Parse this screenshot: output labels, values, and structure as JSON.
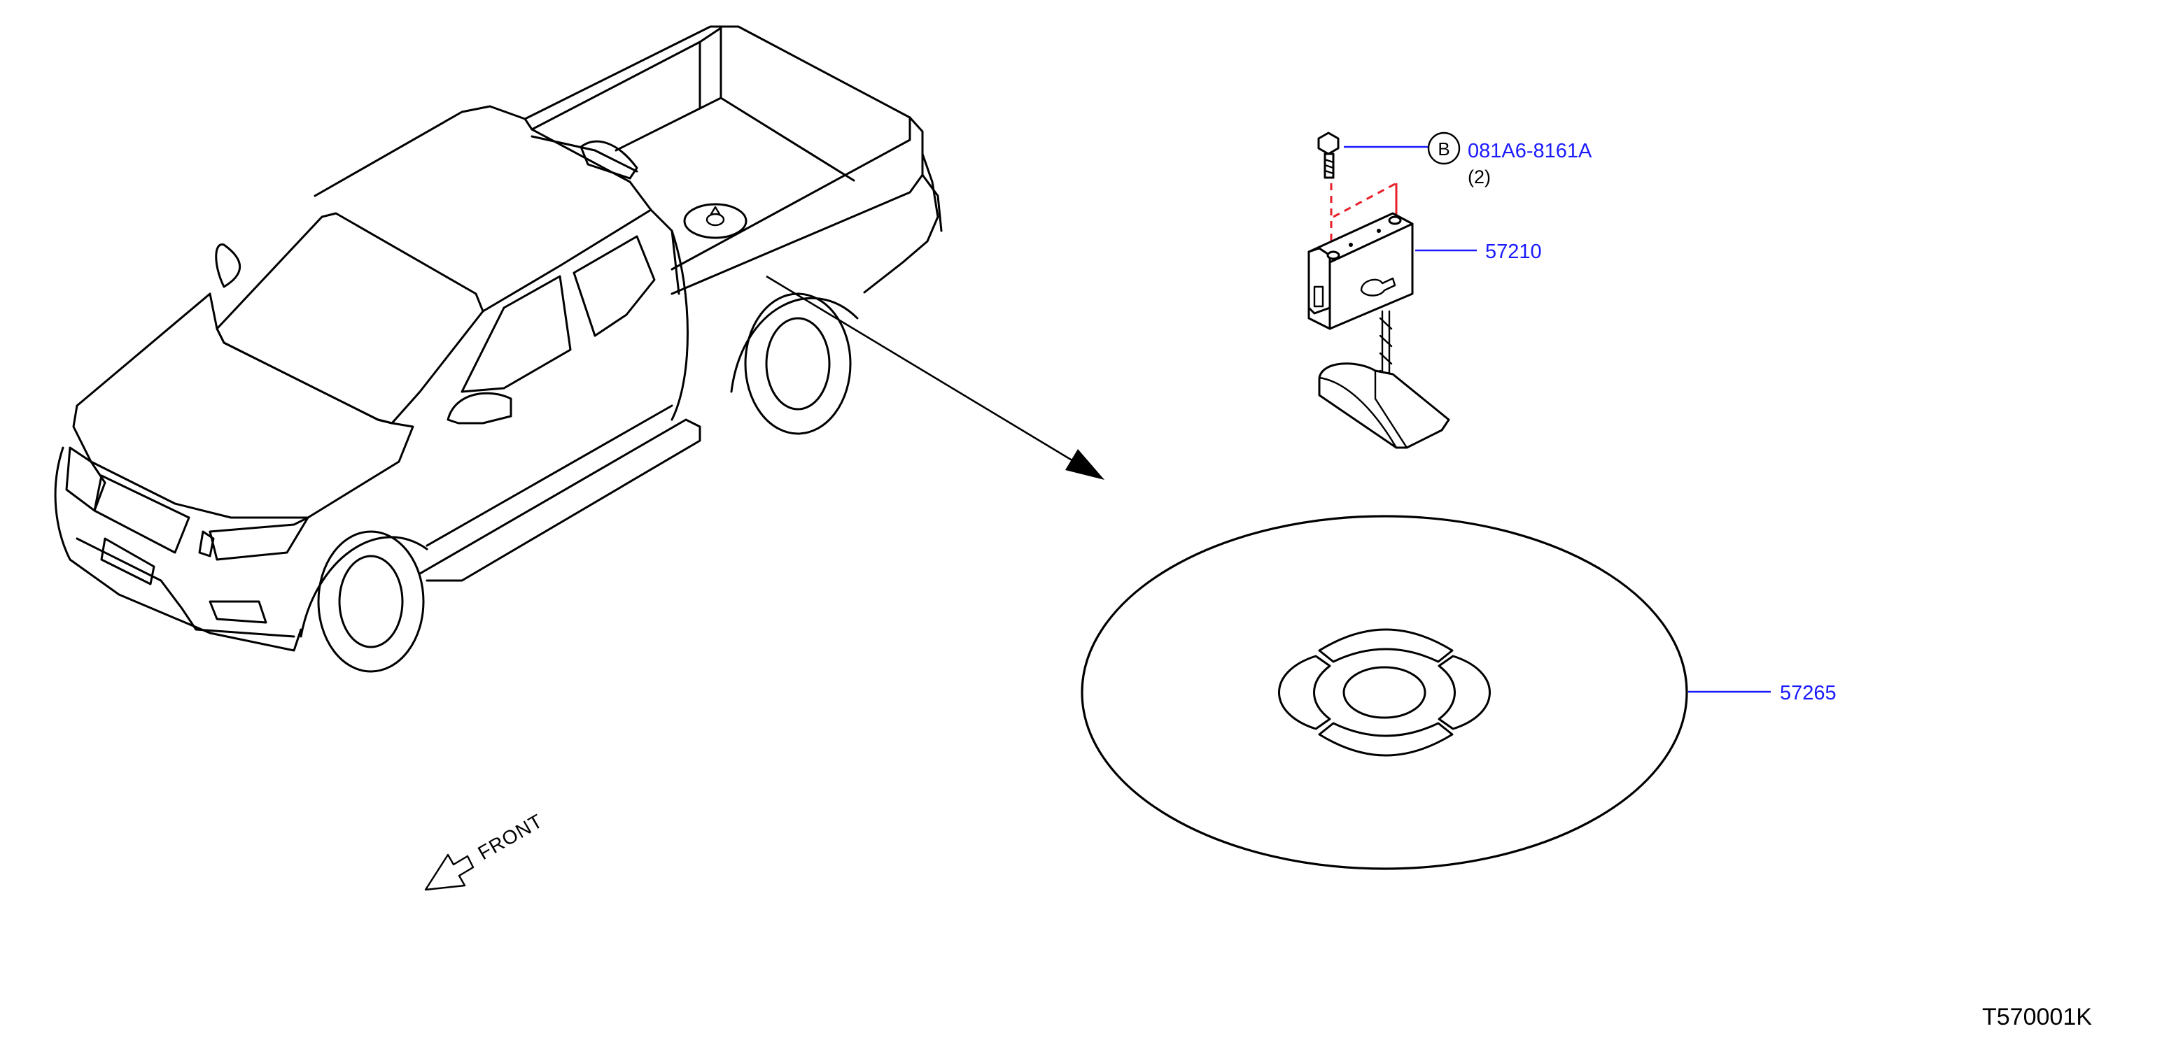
{
  "diagram": {
    "figure_id": "T570001K",
    "front_label": "FRONT",
    "colors": {
      "callout": "#1a1aff",
      "alignment": "#e8202a",
      "ink": "#000000"
    },
    "parts": [
      {
        "number": "081A6-8161A",
        "quantity": "(2)",
        "marker": "B",
        "item": "bolt"
      },
      {
        "number": "57210",
        "item": "spare-tire-carrier"
      },
      {
        "number": "57265",
        "item": "spare-tire"
      }
    ]
  }
}
